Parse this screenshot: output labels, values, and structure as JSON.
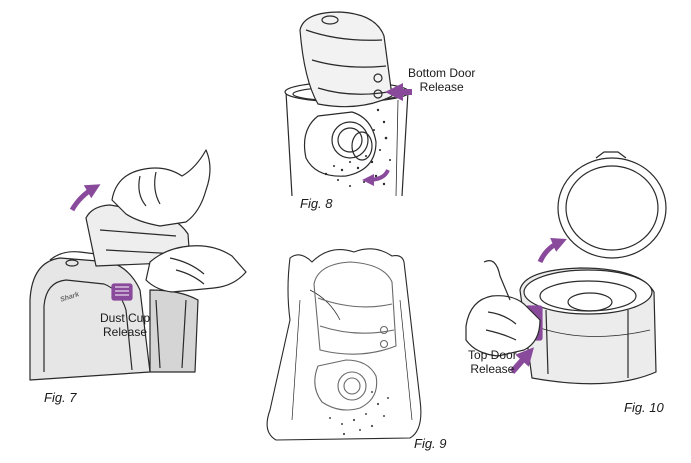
{
  "figures": [
    {
      "id": "fig7",
      "caption": "Fig. 7",
      "label_lines": [
        "Dust Cup",
        "Release"
      ],
      "brand": "Shark"
    },
    {
      "id": "fig8",
      "caption": "Fig. 8",
      "label_lines": [
        "Bottom Door",
        "Release"
      ]
    },
    {
      "id": "fig9",
      "caption": "Fig. 9"
    },
    {
      "id": "fig10",
      "caption": "Fig. 10",
      "label_lines": [
        "Top Door",
        "Release"
      ]
    }
  ],
  "colors": {
    "accent": "#8a4a9c",
    "line": "#2a2a2a",
    "shade": "#d9d9d9"
  }
}
